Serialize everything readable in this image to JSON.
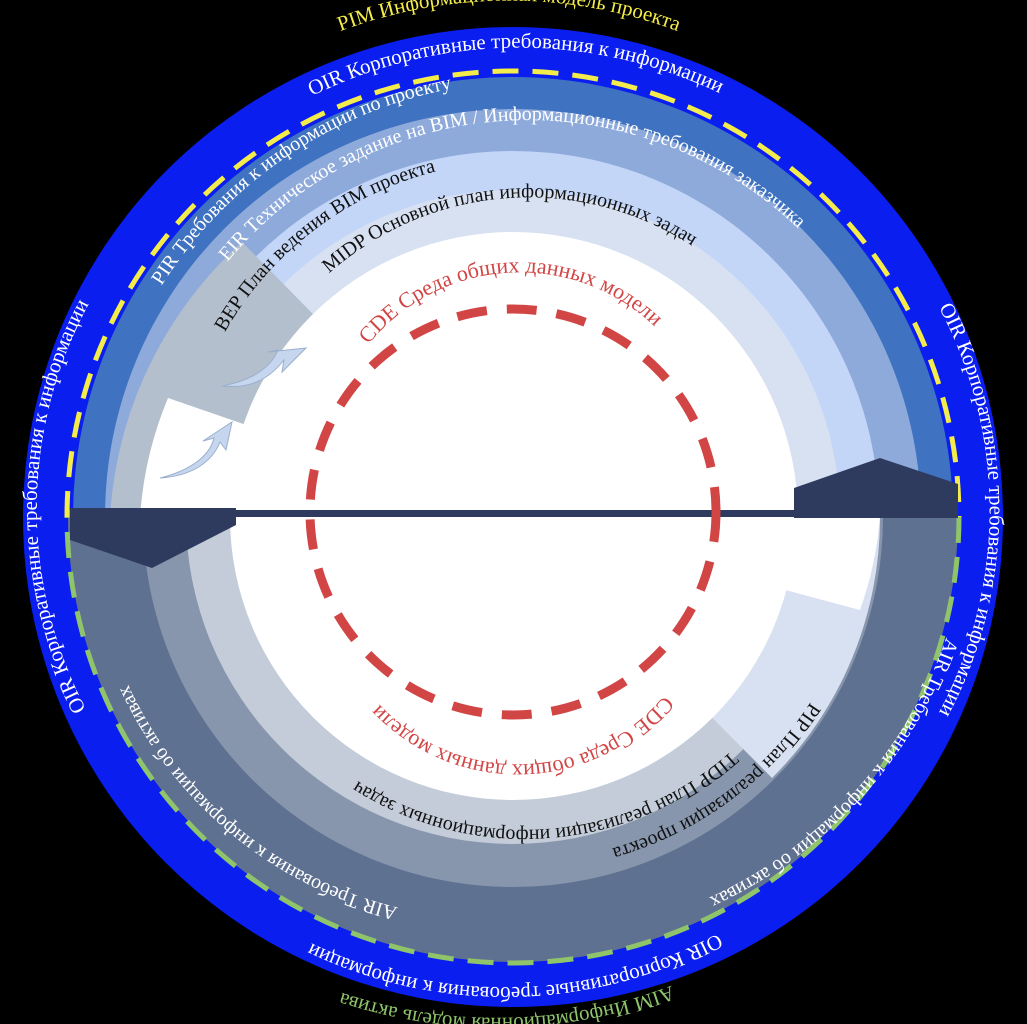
{
  "colors": {
    "background": "#000000",
    "oir_ring": "#0a1ef0",
    "pir_ring": "#3f72c0",
    "eir_ring": "#8eaadb",
    "bep_ring": "#c3d6f7",
    "midp_ring": "#d8e1f1",
    "center": "#ffffff",
    "lower_air": "#5f7191",
    "lower_pip": "#8796ad",
    "lower_tidp": "#c3ccd8",
    "divider": "#2e3a5e",
    "pim_dash": "#f4ec4a",
    "aim_dash": "#8fc46a",
    "cde_dash": "#d24545",
    "arrow": "#c6d6ee",
    "text_light": "#ffffff",
    "text_dark": "#111111",
    "text_pim": "#f4ec4a",
    "text_aim": "#8fc46a",
    "text_cde": "#d24545"
  },
  "labels": {
    "pim": "PIM Информационная модель проекта",
    "aim": "AIM Информационная модель актива",
    "oir_top": "OIR Корпоративные требования к информации",
    "oir_left": "OIR Корпоративные требования к информации",
    "oir_right": "OIR Корпоративные требования к информации",
    "oir_bottom": "OIR Корпоративные требования к информации",
    "pir": "PIR Требования к информации по проекту",
    "eir": "EIR Техническое задание на BIM / Информационные требования заказчика",
    "bep": "BEP План ведения BIM проекта",
    "midp": "MIDP Основной план информационных задач",
    "cde_top": "CDE Среда общих данных модели",
    "cde_bottom": "CDE Среда общих данных модели",
    "air_right": "AIR Требования к информации об активах",
    "air_left": "AIR Требования к информации об активах",
    "pip": "PIP План реализации проекта",
    "tidp": "TIDP План реализации информационных задач"
  }
}
